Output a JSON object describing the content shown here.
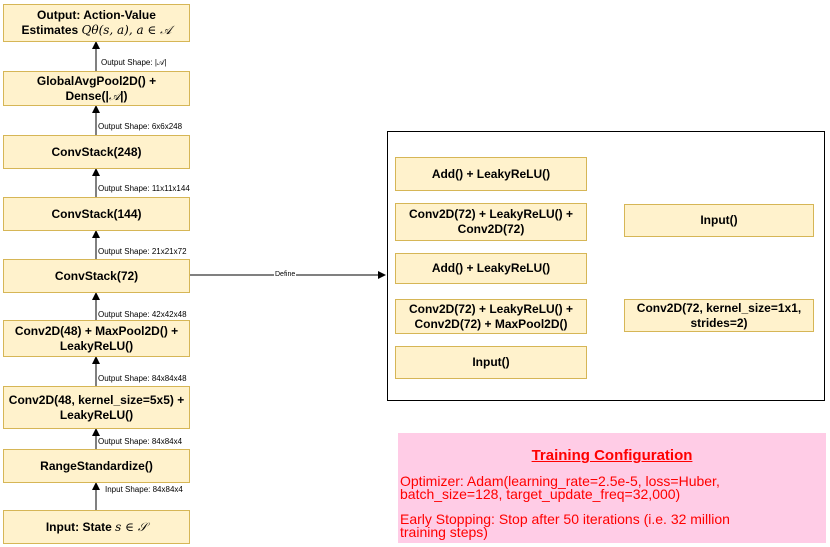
{
  "main_stack": {
    "output": {
      "line1": "Output: Action-Value",
      "line2_prefix": "Estimates ",
      "line2_math": "Qθ(s, a), a ∈ 𝒜"
    },
    "gap": {
      "line1": "GlobalAvgPool2D() +",
      "line2_prefix": "Dense(|",
      "line2_math": "𝒜",
      "line2_suffix": "|)"
    },
    "convstack_248": "ConvStack(248)",
    "convstack_144": "ConvStack(144)",
    "convstack_72": "ConvStack(72)",
    "conv48_pool": {
      "line1": "Conv2D(48) + MaxPool2D() +",
      "line2": "LeakyReLU()"
    },
    "conv48_k5": {
      "line1": "Conv2D(48, kernel_size=5x5) +",
      "line2": "LeakyReLU()"
    },
    "range_std": "RangeStandardize()",
    "input": {
      "prefix": "Input: State ",
      "math": "s ∈ 𝒮"
    }
  },
  "shape_labels": {
    "gap_to_output": "Output  Shape: |𝒜|",
    "cs248_to_gap": "Output  Shape: 6x6x248",
    "cs144_to_cs248": "Output  Shape: 11x11x144",
    "cs72_to_cs144": "Output  Shape: 21x21x72",
    "pool_to_cs72": "Output  Shape: 42x42x48",
    "k5_to_pool": "Output Shape: 84x84x48",
    "range_to_k5": "Output Shape: 84x84x4",
    "input_to_range": "Input Shape: 84x84x4"
  },
  "define_label": "Define",
  "convstack_detail": {
    "add_top": "Add() + LeakyReLU()",
    "conv_mid": {
      "line1": "Conv2D(72) + LeakyReLU() +",
      "line2": "Conv2D(72)"
    },
    "input_right": "Input()",
    "add_mid": "Add() + LeakyReLU()",
    "conv_low": {
      "line1": "Conv2D(72) + LeakyReLU() +",
      "line2": "Conv2D(72) + MaxPool2D()"
    },
    "conv_skip": {
      "line1": "Conv2D(72, kernel_size=1x1,",
      "line2": "strides=2)"
    },
    "input_bottom": "Input()"
  },
  "training_config": {
    "title": "Training Configuration",
    "optimizer_line1": "Optimizer: Adam(learning_rate=2.5e-5, loss=Huber,",
    "optimizer_line2": "batch_size=128, target_update_freq=32,000)",
    "early_line1": "Early Stopping: Stop after 50 iterations (i.e. 32 million",
    "early_line2": "training steps)"
  },
  "colors": {
    "box_fill": "#fff2cc",
    "box_border": "#d6b656",
    "config_fill": "#ffcce6",
    "config_text": "#ff0000"
  }
}
